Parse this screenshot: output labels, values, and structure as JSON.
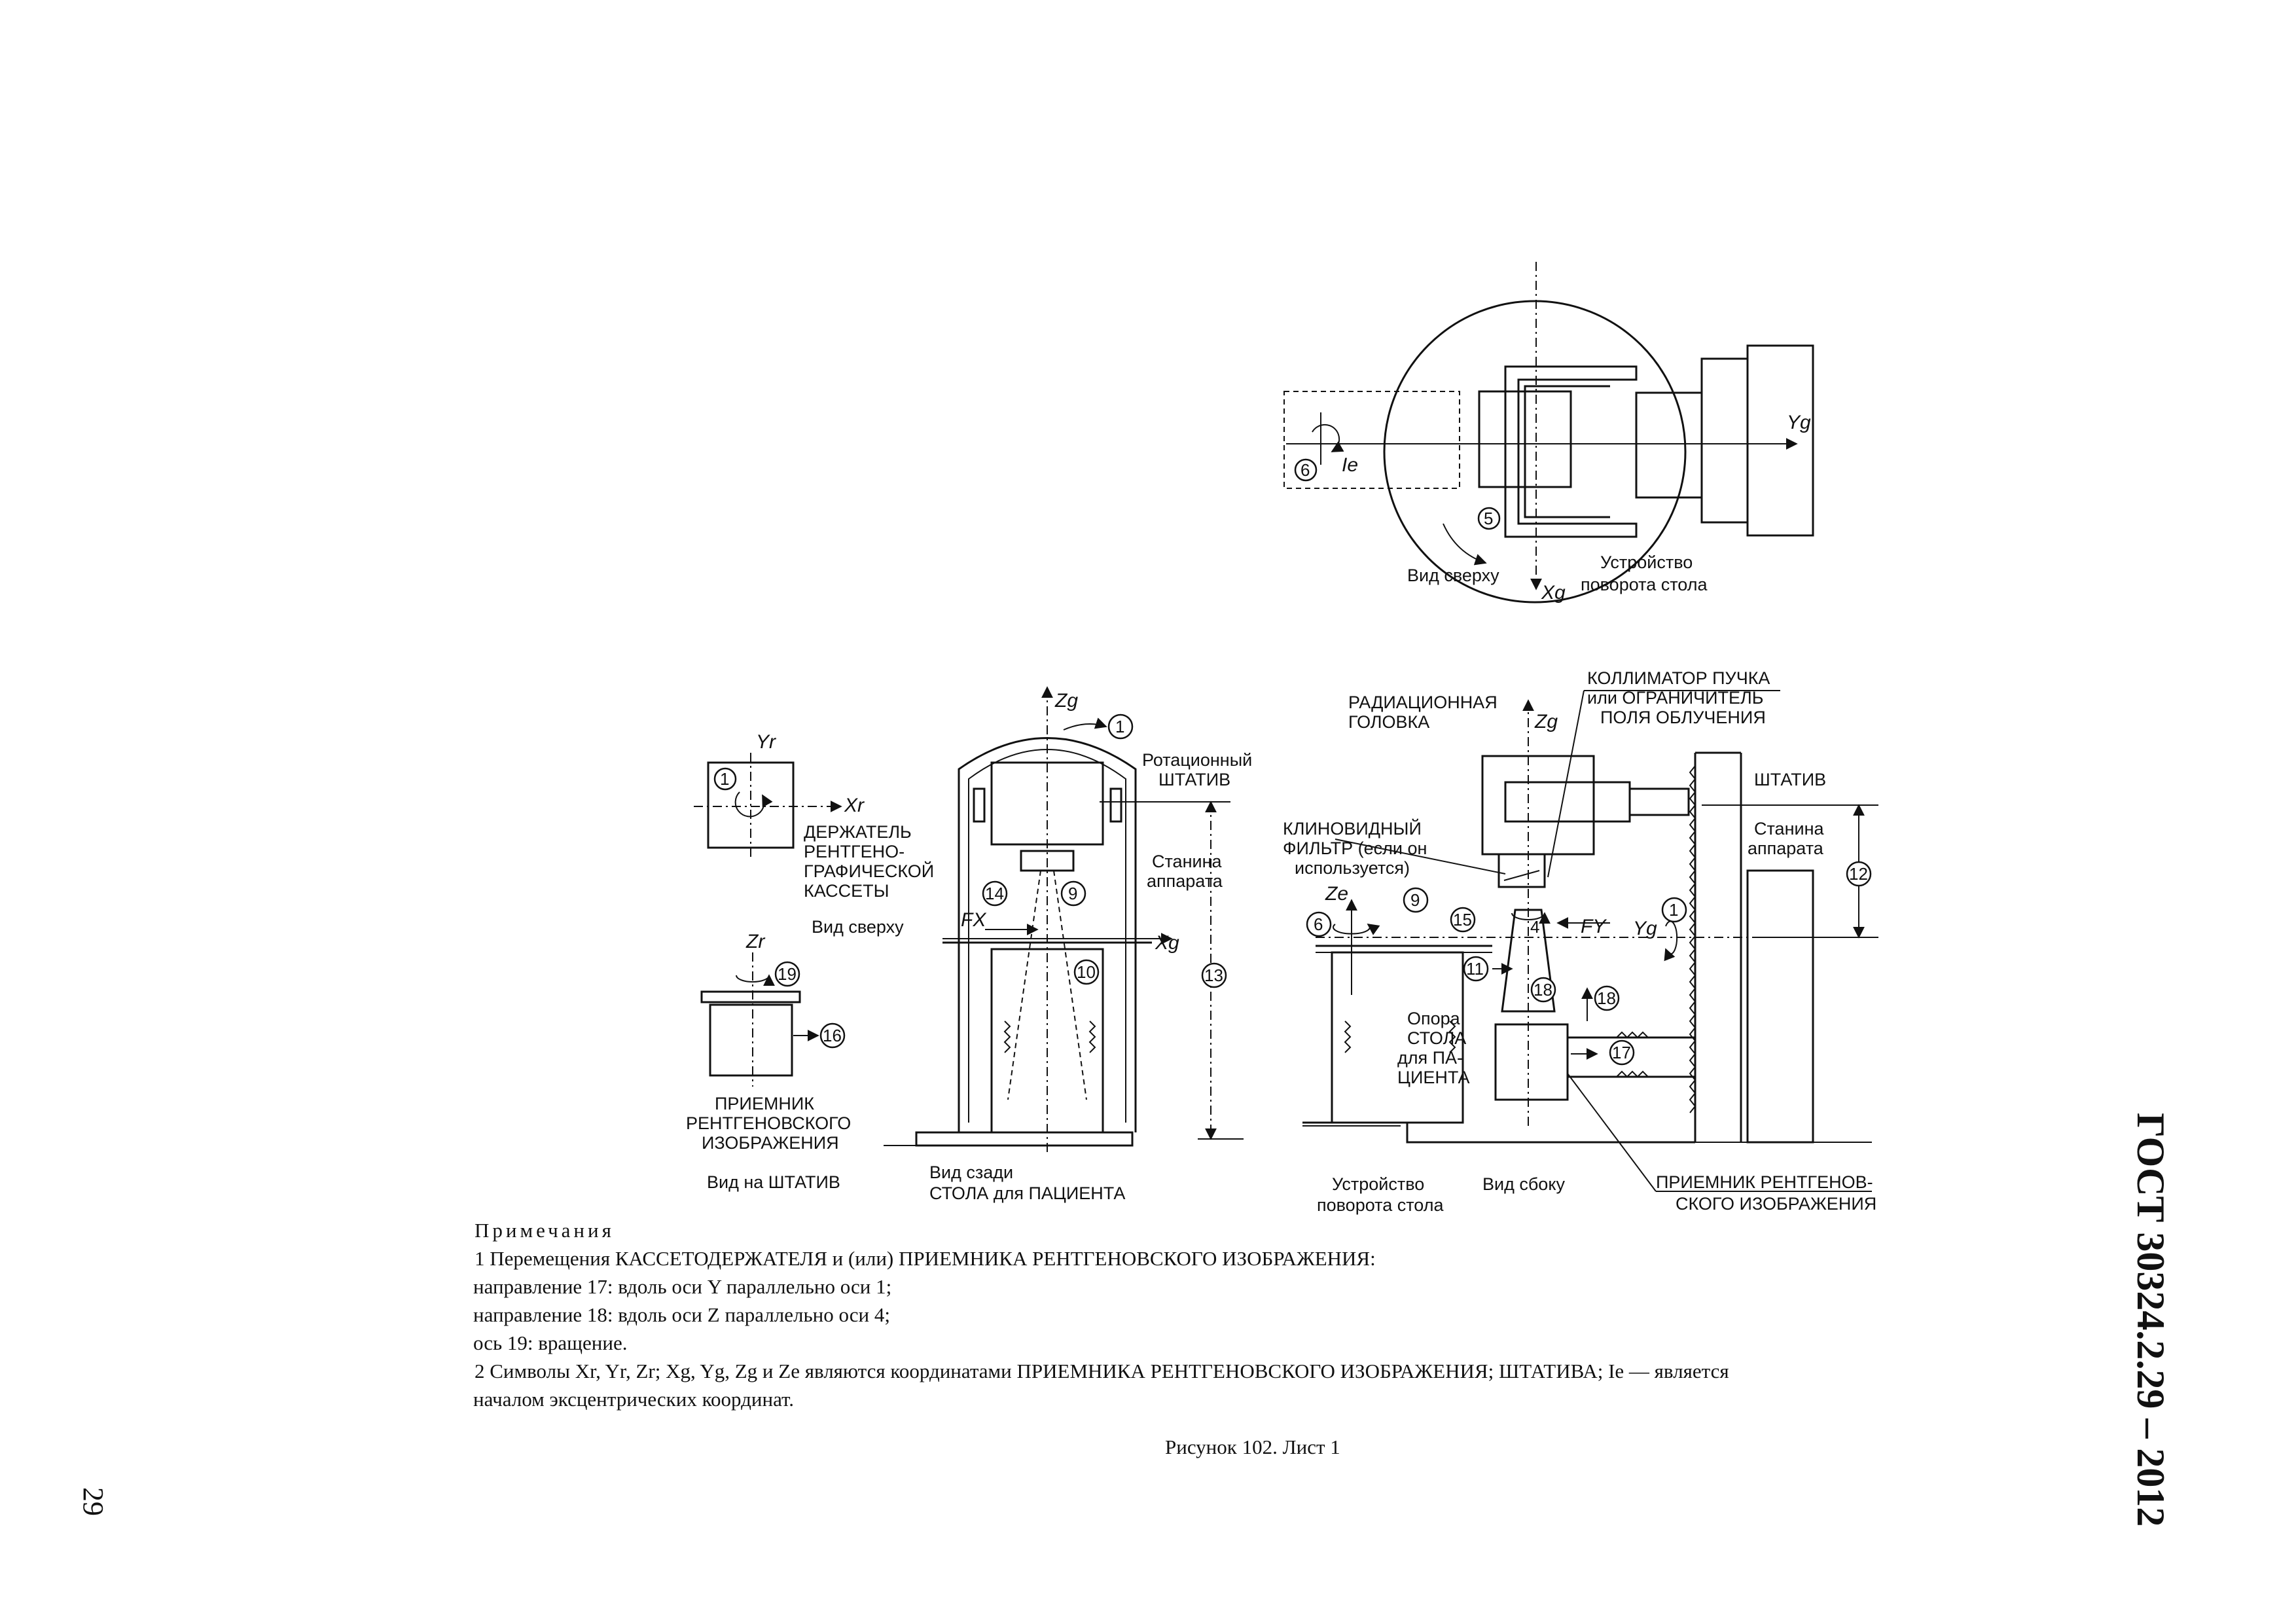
{
  "top_view": {
    "ax_yg": "Yg",
    "ax_xg": "Xg",
    "ax_ie": "Ie",
    "num_6": "6",
    "num_5": "5",
    "view_top": "Вид сверху",
    "rot_line1": "Устройство",
    "rot_line2": "поворота стола"
  },
  "rear_view": {
    "ax_zg": "Zg",
    "num_1": "1",
    "rot_stand_line1": "Ротационный",
    "rot_stand_line2": "ШТАТИВ",
    "frame_line1": "Станина",
    "frame_line2": "аппарата",
    "num_14": "14",
    "num_9": "9",
    "fx": "FX",
    "ax_xg": "Xg",
    "num_10": "10",
    "num_13": "13",
    "rear_line1": "Вид сзади",
    "rear_line2": "СТОЛА для ПАЦИЕНТА"
  },
  "left_views": {
    "ax_yr": "Yr",
    "ax_xr": "Xr",
    "num_1": "1",
    "holder_1": "ДЕРЖАТЕЛЬ",
    "holder_2": "РЕНТГЕНО-",
    "holder_3": "ГРАФИЧЕСКОЙ",
    "holder_4": "КАССЕТЫ",
    "view_top": "Вид сверху",
    "ax_zr": "Zr",
    "num_19": "19",
    "num_16": "16",
    "recv_1": "ПРИЕМНИК",
    "recv_2": "РЕНТГЕНОВСКОГО",
    "recv_3": "ИЗОБРАЖЕНИЯ",
    "view_stand": "Вид на ШТАТИВ"
  },
  "side_view": {
    "rad_1": "РАДИАЦИОННАЯ",
    "rad_2": "ГОЛОВКА",
    "ax_zg": "Zg",
    "coll_1": "КОЛЛИМАТОР ПУЧКА",
    "coll_2": "или ОГРАНИЧИТЕЛЬ",
    "coll_3": "ПОЛЯ ОБЛУЧЕНИЯ",
    "stand": "ШТАТИВ",
    "wedge_1": "КЛИНОВИДНЫЙ",
    "wedge_2": "ФИЛЬТР (если он",
    "wedge_3": "используется)",
    "frame_1": "Станина",
    "frame_2": "аппарата",
    "num_12": "12",
    "ax_ze": "Ze",
    "num_9": "9",
    "num_6": "6",
    "num_15": "15",
    "num_4": "4",
    "fy": "FY",
    "ax_yg": "Yg",
    "num_1": "1",
    "num_11": "11",
    "num_18a": "18",
    "num_18b": "18",
    "num_17": "17",
    "sup_1": "Опора",
    "sup_2": "СТОЛА",
    "sup_3": "для ПА-",
    "sup_4": "ЦИЕНТА",
    "rot_1": "Устройство",
    "rot_2": "поворота стола",
    "view_side": "Вид сбоку",
    "recv_1": "ПРИЕМНИК РЕНТГЕНОВ-",
    "recv_2": "СКОГО ИЗОБРАЖЕНИЯ"
  },
  "notes": {
    "heading": "Примечания",
    "n1": "1 Перемещения КАССЕТОДЕРЖАТЕЛЯ и (или) ПРИЕМНИКА РЕНТГЕНОВСКОГО ИЗОБРАЖЕНИЯ:",
    "n1a": "направление 17: вдоль оси Y параллельно оси 1;",
    "n1b": "направление 18: вдоль оси Z параллельно оси 4;",
    "n1c": "ось 19: вращение.",
    "n2": "2 Символы Xr, Yr, Zr; Xg, Yg, Zg и Ze являются координатами ПРИЕМНИКА РЕНТГЕНОВСКОГО ИЗОБРАЖЕНИЯ; ШТАТИВА; Ie — является",
    "n2b": "началом эксцентрических координат."
  },
  "caption": "Рисунок 102. Лист 1",
  "gost": "ГОСТ 30324.2.29 – 2012",
  "page_number": "29"
}
